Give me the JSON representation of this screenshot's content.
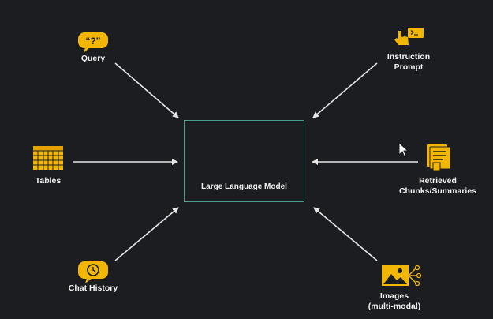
{
  "colors": {
    "background": "#1c1d20",
    "accent": "#f2b705",
    "box_border": "#4a9d8c",
    "arrow": "#e6e6e6",
    "text": "#f2f2f2"
  },
  "center": {
    "label": "Large Language Model",
    "icon": "gear-circuit-icon"
  },
  "inputs": [
    {
      "id": "query",
      "label": "Query",
      "icon": "quote-bubble-icon"
    },
    {
      "id": "instruction",
      "label_line1": "Instruction",
      "label_line2": "Prompt",
      "icon": "hand-terminal-icon"
    },
    {
      "id": "tables",
      "label": "Tables",
      "icon": "table-grid-icon"
    },
    {
      "id": "retrieved",
      "label_line1": "Retrieved",
      "label_line2": "Chunks/Summaries",
      "icon": "document-stack-icon"
    },
    {
      "id": "chat",
      "label": "Chat History",
      "icon": "chat-clock-icon"
    },
    {
      "id": "images",
      "label_line1": "Images",
      "label_line2": "(multi-modal)",
      "icon": "image-network-icon"
    }
  ]
}
